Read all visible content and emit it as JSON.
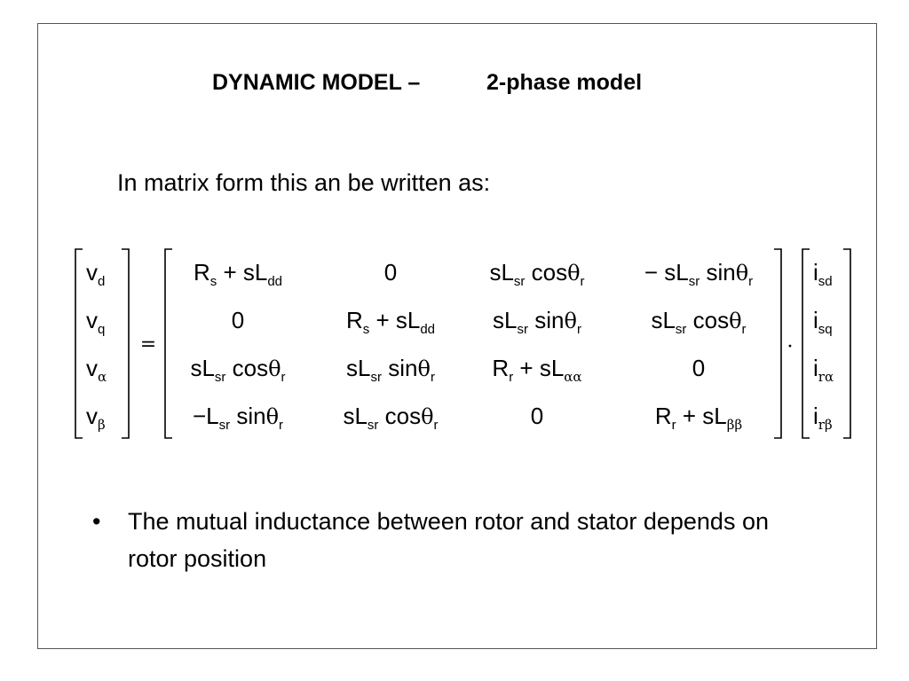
{
  "slide": {
    "title_left": "DYNAMIC MODEL –",
    "title_right": "2-phase model",
    "intro": "In matrix form this an be written as:",
    "bullet_symbol": "•",
    "bullet_text": "The mutual inductance between rotor and stator depends on rotor position"
  },
  "equation": {
    "lhs": [
      "v_d",
      "v_q",
      "v_α",
      "v_β"
    ],
    "matrix": [
      [
        "R_s + sL_dd",
        "0",
        "sL_sr cosθ_r",
        "− sL_sr sinθ_r"
      ],
      [
        "0",
        "R_s + sL_dd",
        "sL_sr sinθ_r",
        "sL_sr cosθ_r"
      ],
      [
        "sL_sr cosθ_r",
        "sL_sr sinθ_r",
        "R_r + sL_αα",
        "0"
      ],
      [
        "−L_sr sinθ_r",
        "sL_sr cosθ_r",
        "0",
        "R_r + sL_ββ"
      ]
    ],
    "rhs": [
      "i_sd",
      "i_sq",
      "i_rα",
      "i_rβ"
    ],
    "equals": "=",
    "product": "·"
  }
}
